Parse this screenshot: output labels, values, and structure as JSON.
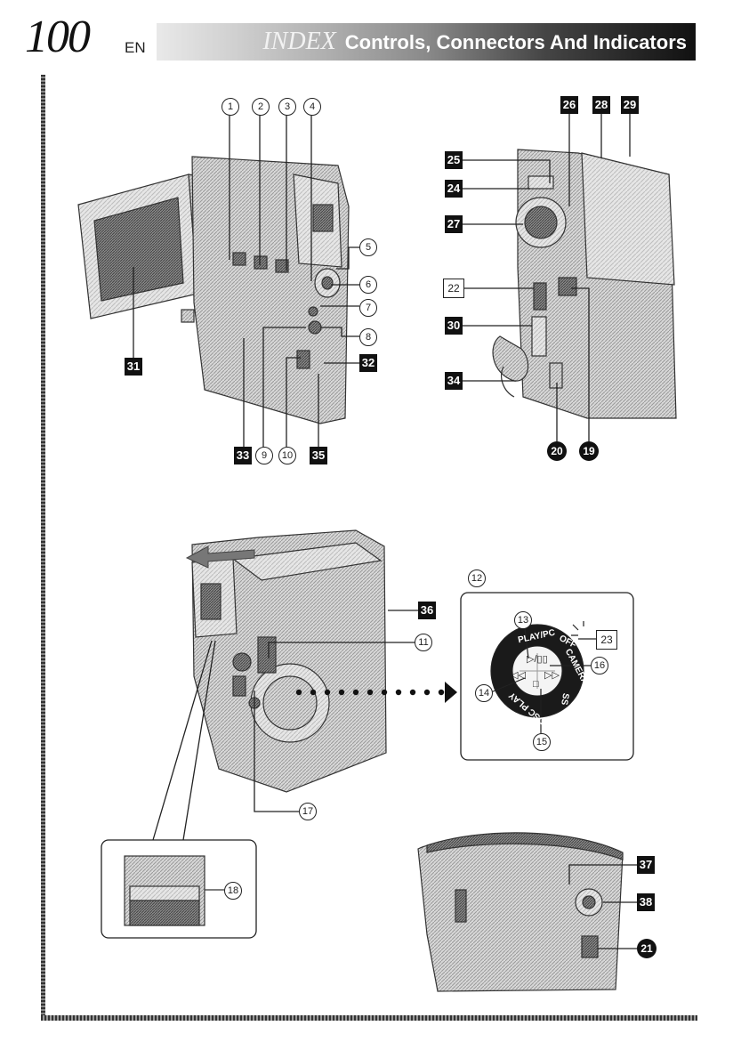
{
  "header": {
    "page_number": "100",
    "language": "EN",
    "index_label": "INDEX",
    "title": "Controls, Connectors And Indicators"
  },
  "figures": {
    "top_left": {
      "callouts": [
        "1",
        "2",
        "3",
        "4",
        "5",
        "6",
        "7",
        "8",
        "9",
        "10",
        "31",
        "32",
        "33",
        "35"
      ]
    },
    "top_right": {
      "callouts": [
        "26",
        "28",
        "29",
        "25",
        "24",
        "27",
        "22",
        "30",
        "34",
        "20",
        "19"
      ]
    },
    "bottom_center": {
      "callouts": [
        "12",
        "36",
        "11",
        "17"
      ]
    },
    "dial_inset": {
      "callouts": [
        "13",
        "23",
        "16",
        "14",
        "15"
      ],
      "mode_labels": [
        "PLAY/PC",
        "OFF",
        "CAMERA",
        "SS",
        "DSC PLAY"
      ],
      "button_symbols": [
        "▷/▯▯",
        "◁◁",
        "▷▷",
        "□"
      ]
    },
    "zoom_inset": {
      "callouts": [
        "18"
      ]
    },
    "bottom_right": {
      "callouts": [
        "37",
        "38",
        "21"
      ]
    }
  }
}
